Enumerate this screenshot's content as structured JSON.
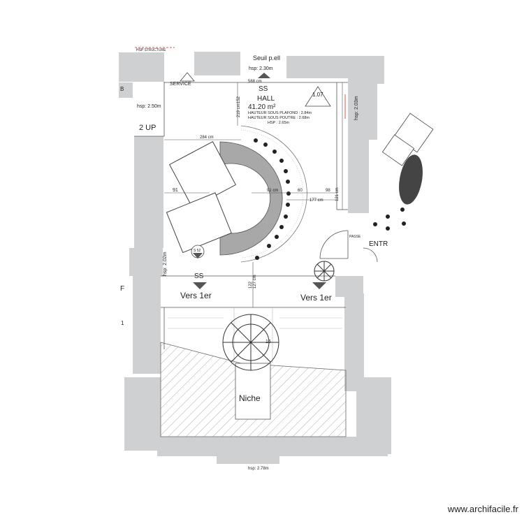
{
  "labels": {
    "seuil": "Seuil p.ell",
    "hsp_top": "hsp: 2.30m",
    "dim_568": "568 cm",
    "service": "SERVICE",
    "hsp_left_top": "hsp: 2.50m",
    "up": "2 UP",
    "hsp_right_top": "hsp: 2.03m",
    "dim_152": "152",
    "dim_219": "219 cm",
    "room_code": "SS",
    "room_name": "HALL",
    "room_area": "41.20 m²",
    "room_id": "1.07",
    "hauteur_plafond": "HAUTEUR SOUS PLAFOND : 2.84m",
    "hauteur_poutre": "HAUTEUR SOUS POUTRE : 2.68m",
    "hsp": "HSP : 2.65m",
    "dim_284": "284 cm",
    "dim_91": "91",
    "dim_91cm": "91 cm",
    "dim_60": "60",
    "dim_98": "98",
    "dim_177": "177 cm",
    "dim_121": "121 cm",
    "entry": "ENTR",
    "pass": "PASSE",
    "stair_id": "S 52",
    "hsp_left_mid": "hsp: 2.02m",
    "ss_left": "SS",
    "vers_left": "Vers 1er",
    "vers_right": "Vers 1er",
    "dim_122": "122",
    "dim_127": "127 cm",
    "dim_16": "16",
    "niche": "Niche",
    "hsp_bottom": "hsp: 2.78m",
    "f_mark": "F",
    "i_mark": "1",
    "b_mark": "B",
    "top_note": "HSP STRUCTURE"
  },
  "watermark": "www.archifacile.fr",
  "colors": {
    "wall": "#cfd0d2",
    "stair_red": "#e05050",
    "dot": "#222222",
    "ring": "#a8a8a8"
  },
  "icons": [
    "tree-icon",
    "triangle-marker-icon",
    "stair-arrow-icon"
  ]
}
